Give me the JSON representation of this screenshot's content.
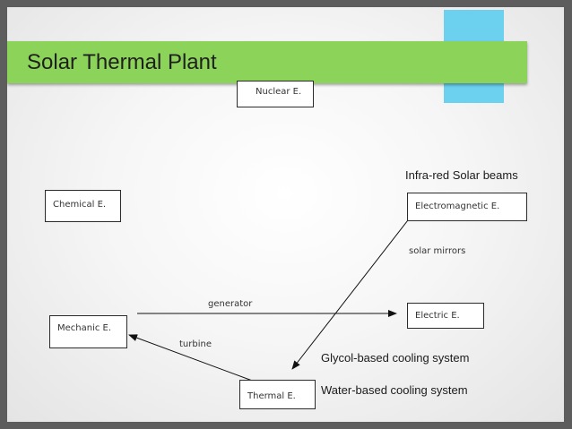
{
  "title": "Solar Thermal Plant",
  "nodes": {
    "nuclear": "Nuclear E.",
    "chemical": "Chemical E.",
    "electromagnetic": "Electromagnetic E.",
    "mechanic": "Mechanic E.",
    "electric": "Electric E.",
    "thermal": "Thermal E."
  },
  "edge_labels": {
    "generator": "generator",
    "turbine": "turbine",
    "solar_mirrors": "solar mirrors"
  },
  "annotations": {
    "infra_red": "Infra-red Solar beams",
    "glycol": "Glycol-based cooling system",
    "water": "Water-based cooling system"
  },
  "colors": {
    "background": "#5d5d5d",
    "banner": "#8cd35a",
    "accent_tab": "#6cd0ef"
  }
}
